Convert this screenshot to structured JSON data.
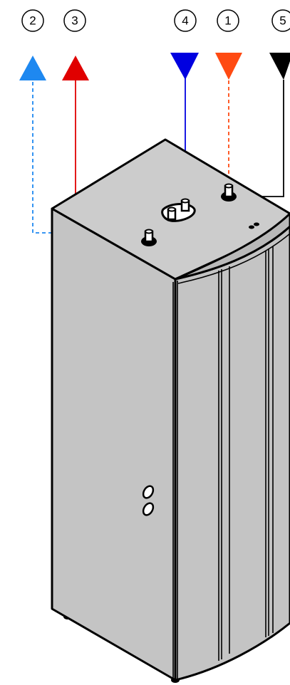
{
  "callouts": [
    {
      "id": "1",
      "label": "1",
      "line": "dashed",
      "arrow": "down",
      "color": "#ff4a12"
    },
    {
      "id": "2",
      "label": "2",
      "line": "dashed",
      "arrow": "up",
      "color": "#1e88f0"
    },
    {
      "id": "3",
      "label": "3",
      "line": "solid",
      "arrow": "up",
      "color": "#e00000"
    },
    {
      "id": "4",
      "label": "4",
      "line": "solid",
      "arrow": "down",
      "color": "#0000e0"
    },
    {
      "id": "5",
      "label": "5",
      "line": "solid",
      "arrow": "down",
      "color": "#000000"
    }
  ],
  "colors": {
    "body_fill": "#c4c4c4",
    "top_fill": "#cccccc",
    "cap_fill": "#b9b9b9",
    "outline": "#000000",
    "background": "#ffffff"
  }
}
